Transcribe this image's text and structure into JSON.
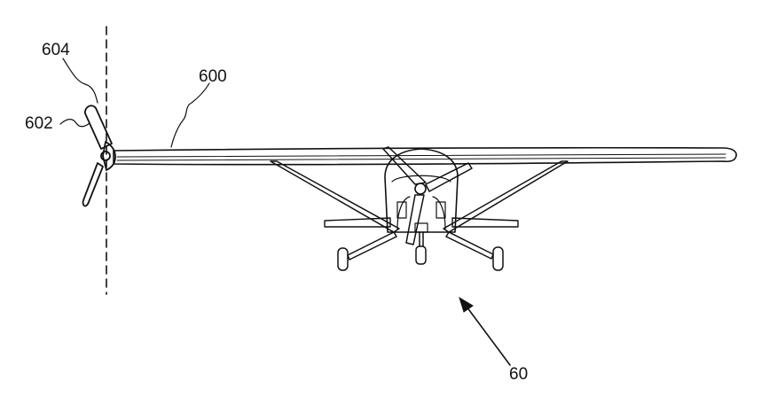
{
  "figure": {
    "labels": {
      "ref_604": "604",
      "ref_602": "602",
      "ref_600": "600",
      "ref_60": "60"
    },
    "colors": {
      "line": "#111111",
      "background": "#ffffff"
    }
  }
}
